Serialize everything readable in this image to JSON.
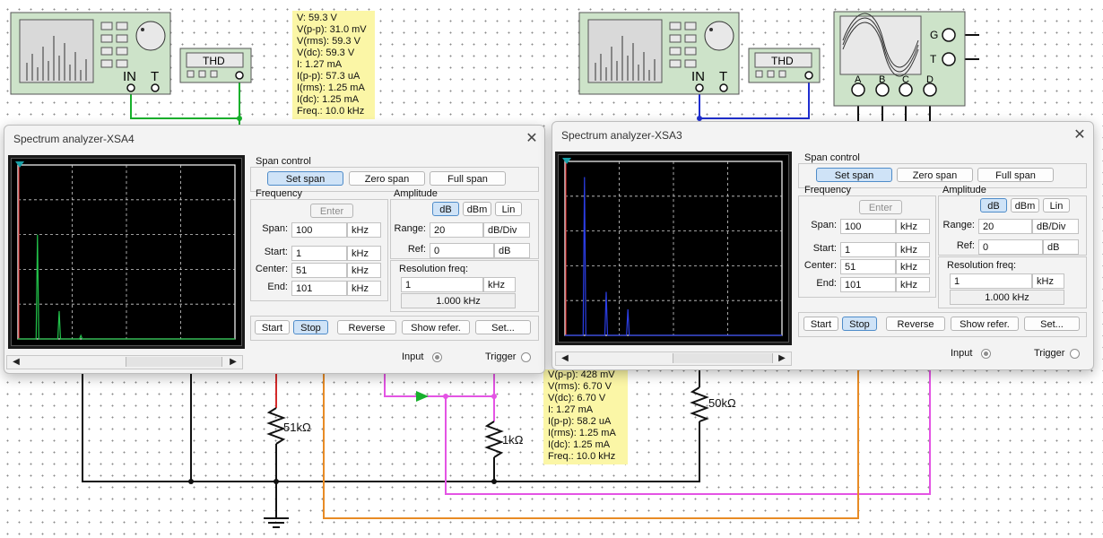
{
  "probe_top": {
    "lines": [
      "V: 59.3 V",
      "V(p-p): 31.0 mV",
      "V(rms): 59.3 V",
      "V(dc): 59.3 V",
      "I: 1.27 mA",
      "I(p-p): 57.3 uA",
      "I(rms): 1.25 mA",
      "I(dc): 1.25 mA",
      "Freq.: 10.0 kHz"
    ]
  },
  "probe_bottom": {
    "lines": [
      "V(p-p): 428 mV",
      "V(rms): 6.70 V",
      "V(dc): 6.70 V",
      "I: 1.27 mA",
      "I(p-p): 58.2 uA",
      "I(rms): 1.25 mA",
      "I(dc): 1.25 mA",
      "Freq.: 10.0 kHz"
    ]
  },
  "instruments": {
    "thd_label": "THD",
    "in_label": "IN",
    "t_label": "T",
    "scope_g": "G",
    "scope_t": "T",
    "scope_channels": [
      "A",
      "B",
      "C",
      "D"
    ]
  },
  "resistors": {
    "r1": "51kΩ",
    "r2": "1kΩ",
    "r3": "50kΩ"
  },
  "windows": [
    {
      "title": "Spectrum analyzer-XSA4",
      "trace_color": "#22c24a",
      "spectrum": [
        {
          "x": 10,
          "level": 0.6
        },
        {
          "x": 20,
          "level": 0.16
        },
        {
          "x": 30,
          "level": 0.02
        }
      ],
      "span_control": {
        "label": "Span control",
        "set_span": "Set span",
        "zero_span": "Zero span",
        "full_span": "Full span",
        "active": "set_span"
      },
      "frequency": {
        "label": "Frequency",
        "enter": "Enter",
        "span_label": "Span:",
        "span_value": "100",
        "span_unit": "kHz",
        "start_label": "Start:",
        "start_value": "1",
        "start_unit": "kHz",
        "center_label": "Center:",
        "center_value": "51",
        "center_unit": "kHz",
        "end_label": "End:",
        "end_value": "101",
        "end_unit": "kHz"
      },
      "amplitude": {
        "label": "Amplitude",
        "db": "dB",
        "dbm": "dBm",
        "lin": "Lin",
        "active": "db",
        "range_label": "Range:",
        "range_value": "20",
        "range_unit": "dB/Div",
        "ref_label": "Ref:",
        "ref_value": "0",
        "ref_unit": "dB"
      },
      "resolution": {
        "label": "Resolution freq:",
        "value": "1",
        "unit": "kHz",
        "readout": "1.000 kHz"
      },
      "controls": {
        "start": "Start",
        "stop": "Stop",
        "reverse": "Reverse",
        "show_refer": "Show refer.",
        "set": "Set...",
        "active": "stop"
      },
      "input_label": "Input",
      "trigger_label": "Trigger"
    },
    {
      "title": "Spectrum analyzer-XSA3",
      "trace_color": "#2b3ee6",
      "spectrum": [
        {
          "x": 10,
          "level": 0.91
        },
        {
          "x": 20,
          "level": 0.25
        },
        {
          "x": 30,
          "level": 0.15
        }
      ],
      "span_control": {
        "label": "Span control",
        "set_span": "Set span",
        "zero_span": "Zero span",
        "full_span": "Full span",
        "active": "set_span"
      },
      "frequency": {
        "label": "Frequency",
        "enter": "Enter",
        "span_label": "Span:",
        "span_value": "100",
        "span_unit": "kHz",
        "start_label": "Start:",
        "start_value": "1",
        "start_unit": "kHz",
        "center_label": "Center:",
        "center_value": "51",
        "center_unit": "kHz",
        "end_label": "End:",
        "end_value": "101",
        "end_unit": "kHz"
      },
      "amplitude": {
        "label": "Amplitude",
        "db": "dB",
        "dbm": "dBm",
        "lin": "Lin",
        "active": "db",
        "range_label": "Range:",
        "range_value": "20",
        "range_unit": "dB/Div",
        "ref_label": "Ref:",
        "ref_value": "0",
        "ref_unit": "dB"
      },
      "resolution": {
        "label": "Resolution freq:",
        "value": "1",
        "unit": "kHz",
        "readout": "1.000 kHz"
      },
      "controls": {
        "start": "Start",
        "stop": "Stop",
        "reverse": "Reverse",
        "show_refer": "Show refer.",
        "set": "Set...",
        "active": "stop"
      },
      "input_label": "Input",
      "trigger_label": "Trigger"
    }
  ],
  "colors": {
    "wire_black": "#111111",
    "wire_green": "#17b02c",
    "wire_blue": "#1f2fd1",
    "wire_magenta": "#e454e4",
    "wire_orange": "#e88b25",
    "wire_red": "#d42a2a",
    "probe_bg": "#fbf6a6",
    "screen_grid": "#cfcfcf",
    "active_button": "#cfe3f7"
  }
}
